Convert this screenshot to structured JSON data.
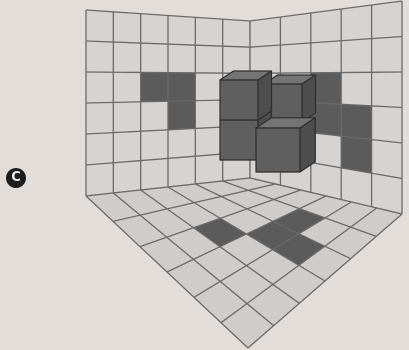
{
  "option_label": "C",
  "colors": {
    "paper": "#e2ddd9",
    "wall_tile": "#d7d3d0",
    "floor_tile": "#d0ccc9",
    "grid_line": "#6b6a6a",
    "shaded_tile": "#5b5b5b",
    "cube_top": "#747474",
    "cube_front": "#5f5f5f",
    "cube_side": "#4e4e4e",
    "edge": "#2e2e2e"
  },
  "figure": {
    "left_wall": {
      "columns": 6,
      "rows": 6,
      "shaded_cells": [
        [
          2,
          2
        ],
        [
          3,
          2
        ],
        [
          3,
          3
        ]
      ]
    },
    "right_wall": {
      "columns": 5,
      "rows": 6,
      "shaded_cells": [
        [
          2,
          2
        ],
        [
          2,
          3
        ],
        [
          3,
          3
        ],
        [
          3,
          4
        ]
      ]
    },
    "floor": {
      "columns": 6,
      "rows": 6,
      "shaded_cells": [
        [
          1,
          3
        ],
        [
          2,
          3
        ],
        [
          2,
          4
        ],
        [
          3,
          2
        ]
      ]
    },
    "cube_stack": {
      "front_column_cubes": 2,
      "back_column_cubes": 2
    }
  }
}
